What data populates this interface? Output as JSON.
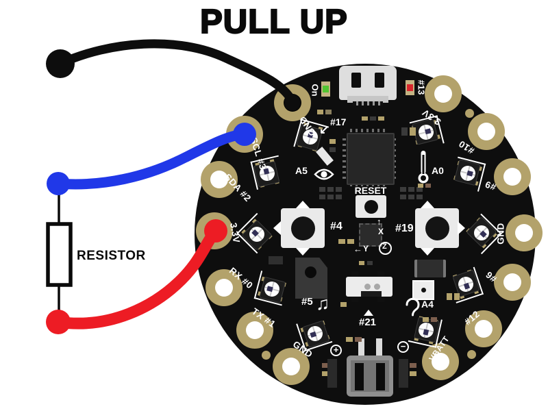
{
  "title": "PULL UP",
  "resistor": {
    "label": "RESISTOR"
  },
  "wires": [
    {
      "id": "black",
      "color": "#0d0d0d",
      "connects": "GND"
    },
    {
      "id": "blue",
      "color": "#2038e8",
      "connects": "SCL #3"
    },
    {
      "id": "red",
      "color": "#ed1c24",
      "connects": "3.3V"
    }
  ],
  "board": {
    "pads": [
      {
        "id": "gnd-top",
        "label": "GND"
      },
      {
        "id": "v33-right",
        "label": "3.3V"
      },
      {
        "id": "d10",
        "label": "#10"
      },
      {
        "id": "d9",
        "label": "#9"
      },
      {
        "id": "gnd-right",
        "label": "GND"
      },
      {
        "id": "d6",
        "label": "#6"
      },
      {
        "id": "d12",
        "label": "#12"
      },
      {
        "id": "vbatt",
        "label": "VBATT"
      },
      {
        "id": "gnd-bottom",
        "label": "GND"
      },
      {
        "id": "tx1",
        "label": "TX #1"
      },
      {
        "id": "rx0",
        "label": "RX #0"
      },
      {
        "id": "v33-left",
        "label": "3.3V"
      },
      {
        "id": "sda2",
        "label": "SDA #2"
      },
      {
        "id": "scl3",
        "label": "SCL #3"
      }
    ],
    "labels": {
      "on": "On",
      "d13": "#13",
      "d17": "#17",
      "a5": "A5",
      "reset": "RESET",
      "a0": "A0",
      "d4": "#4",
      "d19": "#19",
      "d5": "#5",
      "notes": "♫",
      "d21": "#21",
      "a4": "A4",
      "axis_x": "X",
      "axis_y": "Y",
      "axis_z": "Z",
      "battery_plus": "+",
      "battery_minus": "−"
    },
    "colors": {
      "pcb": "#0e0e0e",
      "pad_gold": "#b3a26b",
      "power_led_green": "#52c431",
      "d13_led_red": "#d8262c",
      "wire_blue": "#2038e8",
      "wire_red": "#ed1c24",
      "wire_black": "#0d0d0d"
    }
  }
}
